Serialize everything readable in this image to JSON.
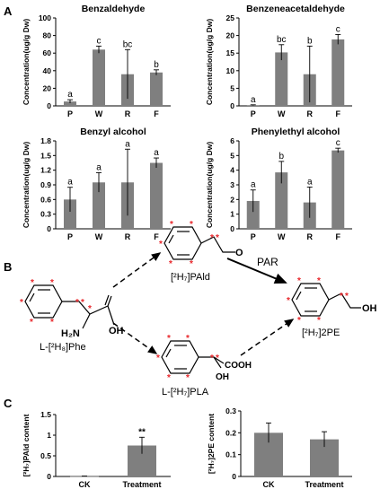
{
  "panels": {
    "a": "A",
    "b": "B",
    "c": "C"
  },
  "colors": {
    "bar": "#7f7f7f",
    "axis": "#000000",
    "atom_marker": "#e8262a"
  },
  "chart_data": [
    {
      "id": "benzaldehyde",
      "type": "bar",
      "title": "Benzaldehyde",
      "ylabel": "Concentration(ug/g Dw)",
      "categories": [
        "P",
        "W",
        "R",
        "F"
      ],
      "values": [
        5,
        64,
        36,
        38
      ],
      "errors": [
        2,
        4,
        28,
        3
      ],
      "letters": [
        "a",
        "c",
        "bc",
        "b"
      ],
      "ylim": [
        0,
        100
      ],
      "yticks": [
        "0",
        "20",
        "40",
        "60",
        "80",
        "100"
      ],
      "ytick_values": [
        0,
        20,
        40,
        60,
        80,
        100
      ]
    },
    {
      "id": "benzeneacetaldehyde",
      "type": "bar",
      "title": "Benzeneacetaldehyde",
      "ylabel": "Concentration(ug/g Dw)",
      "categories": [
        "P",
        "W",
        "R",
        "F"
      ],
      "values": [
        0.2,
        15.2,
        9,
        18.9
      ],
      "errors": [
        0.1,
        2.2,
        8,
        1.4
      ],
      "letters": [
        "a",
        "bc",
        "b",
        "c"
      ],
      "ylim": [
        0,
        25
      ],
      "yticks": [
        "0",
        "5",
        "10",
        "15",
        "20",
        "25"
      ],
      "ytick_values": [
        0,
        5,
        10,
        15,
        20,
        25
      ]
    },
    {
      "id": "benzyl-alcohol",
      "type": "bar",
      "title": "Benzyl alcohol",
      "ylabel": "Concentration(ug/g Dw)",
      "categories": [
        "P",
        "W",
        "R",
        "F"
      ],
      "values": [
        0.6,
        0.95,
        0.95,
        1.35
      ],
      "errors": [
        0.25,
        0.2,
        0.68,
        0.1
      ],
      "letters": [
        "a",
        "a",
        "a",
        "a"
      ],
      "ylim": [
        0,
        1.8
      ],
      "yticks": [
        "0",
        "0.3",
        "0.6",
        "0.9",
        "1.2",
        "1.5",
        "1.8"
      ],
      "ytick_values": [
        0,
        0.3,
        0.6,
        0.9,
        1.2,
        1.5,
        1.8
      ]
    },
    {
      "id": "phenylethyl-alcohol",
      "type": "bar",
      "title": "Phenylethyl alcohol",
      "ylabel": "Concentration(ug/g Dw)",
      "categories": [
        "P",
        "W",
        "R",
        "F"
      ],
      "values": [
        1.9,
        3.85,
        1.8,
        5.35
      ],
      "errors": [
        0.75,
        0.75,
        1.05,
        0.15
      ],
      "letters": [
        "a",
        "b",
        "a",
        "c"
      ],
      "ylim": [
        0,
        6
      ],
      "yticks": [
        "0",
        "1",
        "2",
        "3",
        "4",
        "5",
        "6"
      ],
      "ytick_values": [
        0,
        1,
        2,
        3,
        4,
        5,
        6
      ]
    },
    {
      "id": "pald-content",
      "type": "bar",
      "title": "",
      "ylabel": "[²H₇]PAld content",
      "categories": [
        "CK",
        "Treatment"
      ],
      "values": [
        0.005,
        0.75
      ],
      "errors": [
        0.005,
        0.2
      ],
      "letters": [
        "",
        "**"
      ],
      "ylim": [
        0,
        1.5
      ],
      "yticks": [
        "0",
        "0.5",
        "1",
        "1.5"
      ],
      "ytick_values": [
        0,
        0.5,
        1,
        1.5
      ]
    },
    {
      "id": "2pe-content",
      "type": "bar",
      "title": "",
      "ylabel": "[²H₇]2PE content",
      "categories": [
        "CK",
        "Treatment"
      ],
      "values": [
        0.2,
        0.17
      ],
      "errors": [
        0.045,
        0.035
      ],
      "letters": [
        "",
        ""
      ],
      "ylim": [
        0,
        0.3
      ],
      "yticks": [
        "0",
        "0.1",
        "0.2",
        "0.3"
      ],
      "ytick_values": [
        0,
        0.1,
        0.2,
        0.3
      ]
    }
  ],
  "pathway": {
    "phe": {
      "label": "L-[²H₈]Phe",
      "amine": "H₂N",
      "hydroxyl": "OH"
    },
    "pald": {
      "label": "[²H₇]PAld",
      "carbonyl": "O"
    },
    "pla": {
      "label": "L-[²H₇]PLA",
      "carboxyl": "COOH",
      "hydroxyl": "OH"
    },
    "pe": {
      "label": "[²H₇]2PE",
      "hydroxyl": "OH"
    },
    "enzyme": "PAR"
  }
}
